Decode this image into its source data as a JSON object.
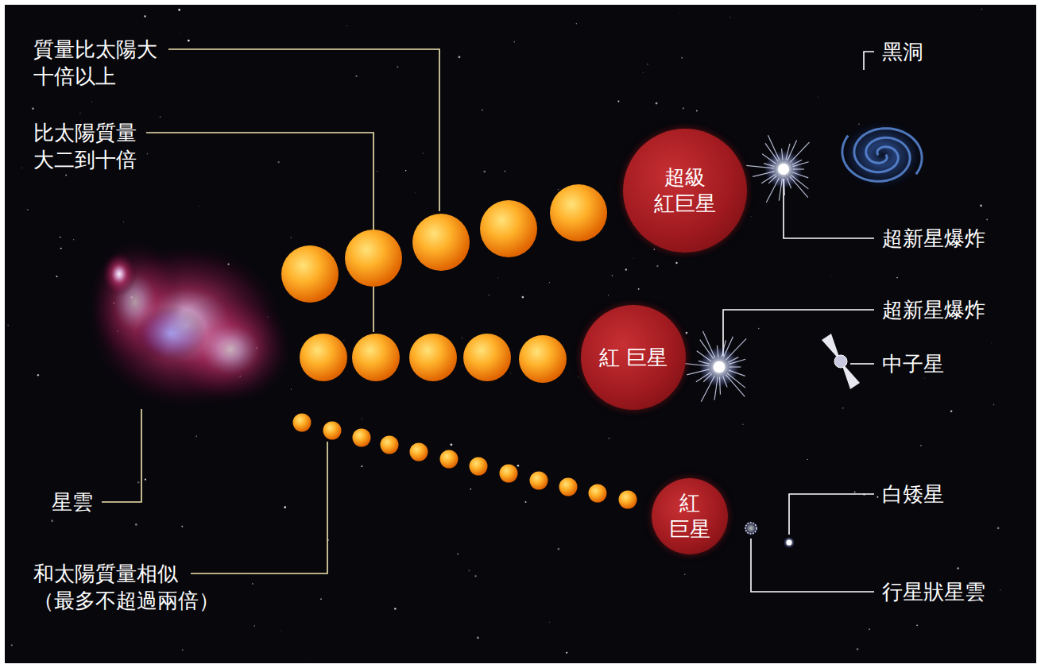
{
  "diagram": {
    "nodes": [
      {
        "text": [
          "超級 紅巨星"
        ]
      },
      {
        "text": [
          "紅 巨星"
        ]
      },
      {
        "text": [
          "紅 巨星"
        ]
      }
    ],
    "labels": [
      "質量比太陽大 十倍以上",
      "比太陽質量 大二到十倍",
      "黑洞",
      "超新星爆炸",
      "超新星爆炸",
      "中子星",
      "星雲",
      "白矮星",
      "和太陽質量相似 （最多不超過兩倍）",
      "行星狀星雲"
    ]
  }
}
